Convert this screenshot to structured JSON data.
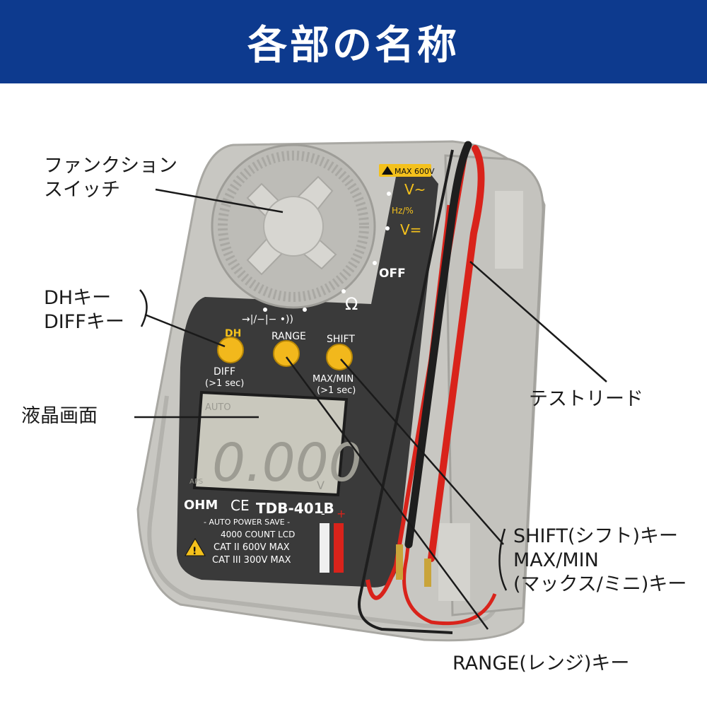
{
  "header": {
    "title": "各部の名称"
  },
  "labels": {
    "function_switch": [
      "ファンクション",
      "スイッチ"
    ],
    "dh_key": [
      "DHキー",
      "DIFFキー"
    ],
    "lcd": "液晶画面",
    "test_lead": "テストリード",
    "shift_key": [
      "SHIFT(シフト)キー",
      "MAX/MIN",
      "(マックス/ミニ)キー"
    ],
    "range_key": "RANGE(レンジ)キー"
  },
  "device": {
    "brand": "OHM",
    "ce_mark": "CE",
    "model": "TDB-401B",
    "auto_power_save": "- AUTO POWER SAVE -",
    "count_lcd": "4000 COUNT LCD",
    "cat2": "CAT II  600V  MAX",
    "cat3": "CAT III 300V  MAX",
    "max_voltage": "MAX 600V",
    "dial_positions": [
      "V~",
      "Hz/%",
      "V=",
      "OFF",
      "Ω"
    ],
    "buttons": {
      "dh": "DH",
      "dh_secondary": "DIFF",
      "dh_secondary_note": "(>1 sec)",
      "range": "RANGE",
      "shift": "SHIFT",
      "shift_secondary": "MAX/MIN",
      "shift_secondary_note": "(>1 sec)"
    },
    "lcd": {
      "reading": "0.000",
      "auto": "AUTO",
      "unit": "V",
      "aps": "APS"
    },
    "lead_polarity": {
      "minus": "-",
      "plus": "+"
    }
  },
  "colors": {
    "header_bg": "#0d3a8e",
    "case_gray": "#c8c7c2",
    "panel_dark": "#3a3a3a",
    "button_yellow": "#f2b81c",
    "lead_red": "#d9231b",
    "lead_black": "#1e1e1e",
    "label_yellow": "#f4c11c"
  }
}
